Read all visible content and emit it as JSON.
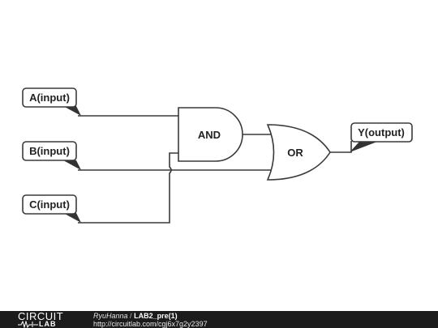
{
  "schematic": {
    "inputs": [
      {
        "id": "A",
        "label": "A(input)"
      },
      {
        "id": "B",
        "label": "B(input)"
      },
      {
        "id": "C",
        "label": "C(input)"
      }
    ],
    "output": {
      "id": "Y",
      "label": "Y(output)"
    },
    "gates": [
      {
        "id": "and1",
        "type": "AND",
        "label": "AND"
      },
      {
        "id": "or1",
        "type": "OR",
        "label": "OR"
      }
    ],
    "connections": [
      {
        "from": "A",
        "to": "and1"
      },
      {
        "from": "C",
        "to": "and1"
      },
      {
        "from": "and1",
        "to": "or1"
      },
      {
        "from": "B",
        "to": "or1"
      },
      {
        "from": "or1",
        "to": "Y"
      }
    ]
  },
  "footer": {
    "logo_top": "CIRCUIT",
    "logo_bottom": "LAB",
    "author": "RyuHanna",
    "separator": "/",
    "title": "LAB2_pre(1)",
    "url": "http://circuitlab.com/cgj6x7g2y2397"
  }
}
